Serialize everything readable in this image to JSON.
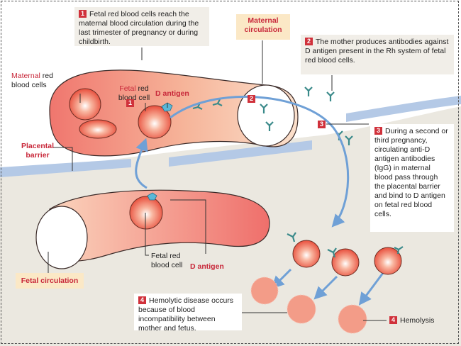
{
  "steps": {
    "step1": {
      "num": "1",
      "text": "Fetal red blood cells reach the maternal blood circulation during the last trimester of pregnancy or during childbirth."
    },
    "step2": {
      "num": "2",
      "text": "The mother produces antibodies against D antigen present in the Rh system of fetal red blood cells."
    },
    "step3": {
      "num": "3",
      "text": "During a second or third pregnancy, circulating anti-D antigen antibodies (IgG) in maternal blood pass through the placental barrier and bind to D antigen on fetal red blood cells."
    },
    "step4": {
      "num": "4",
      "text": "Hemolytic disease occurs because of blood incompatibility between mother and fetus."
    }
  },
  "labels": {
    "maternal_circulation": "Maternal circulation",
    "fetal_circulation": "Fetal circulation",
    "placental_barrier": "Placental barrier",
    "maternal_rbc_red": "Maternal",
    "maternal_rbc_rest": " red blood cells",
    "fetal_rbc_top_red": "Fetal",
    "fetal_rbc_top_rest": " red blood cell",
    "d_antigen_top": "D antigen",
    "fetal_rbc_bottom": "Fetal red blood cell",
    "d_antigen_bottom": "D antigen",
    "hemolysis": "Hemolysis",
    "badge1": "1",
    "badge2": "2",
    "badge3": "3",
    "badge4": "4"
  }
}
